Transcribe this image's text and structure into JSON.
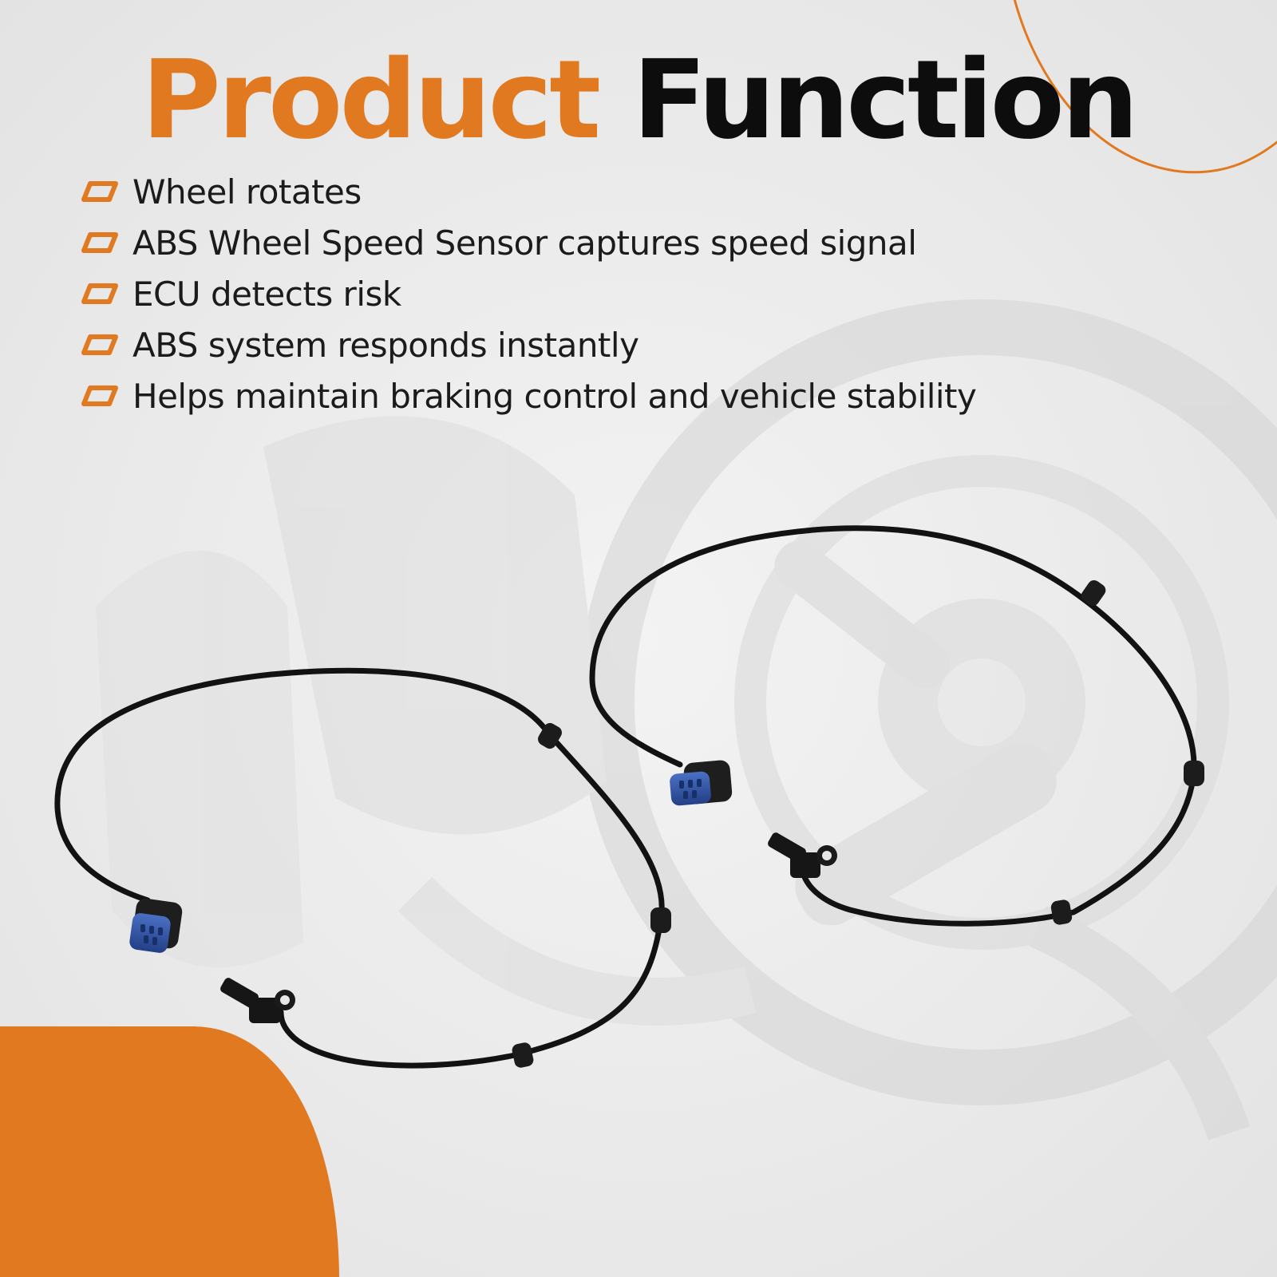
{
  "page": {
    "title_highlight": "Product",
    "title_rest": "Function",
    "steps": [
      "Wheel rotates",
      "ABS Wheel Speed Sensor captures speed signal",
      "ECU detects risk",
      "ABS system responds instantly",
      "Helps maintain braking control and vehicle stability"
    ],
    "bullet_icon": "rounded-parallelogram-icon"
  },
  "colors": {
    "accent": "#e17920",
    "heading_dark": "#0d0d0d",
    "text": "#1b1b1b",
    "background": "#ececec",
    "connector_blue": "#2d52a4",
    "cable": "#121212"
  }
}
